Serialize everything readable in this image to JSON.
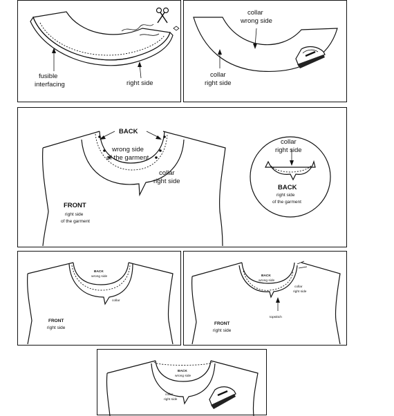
{
  "panels": {
    "p1": {
      "fusible_interfacing": [
        "fusible",
        "interfacing"
      ],
      "right_side": "right side"
    },
    "p2": {
      "collar_wrong_side": [
        "collar",
        "wrong side"
      ],
      "collar_right_side": [
        "collar",
        "right side"
      ]
    },
    "p3": {
      "back": "BACK",
      "wrong_side_garment": [
        "wrong side",
        "of the garment"
      ],
      "collar_right_side": [
        "collar",
        "right side"
      ],
      "front": "FRONT",
      "front_right_side": [
        "right side",
        "of the garment"
      ],
      "inset_collar_right_side": [
        "collar",
        "right side"
      ],
      "inset_back": "BACK",
      "inset_back_right_side": [
        "right side",
        "of the garment"
      ]
    },
    "p4": {
      "back": "BACK",
      "back_wrong_side": "wrong side",
      "collar": "collar",
      "front": "FRONT",
      "front_right_side": "right side"
    },
    "p5": {
      "back": "BACK",
      "back_wrong_side": "wrong side",
      "collar": "collar",
      "collar_right_side": "right side",
      "topstitch": "topstitch",
      "front": "FRONT",
      "front_right_side": "right side"
    },
    "p6": {
      "back": "BACK",
      "back_wrong_side": "wrong side",
      "collar": "collar",
      "collar_right_side": "right side"
    }
  },
  "icons": [
    "scissors-icon",
    "iron-icon"
  ]
}
